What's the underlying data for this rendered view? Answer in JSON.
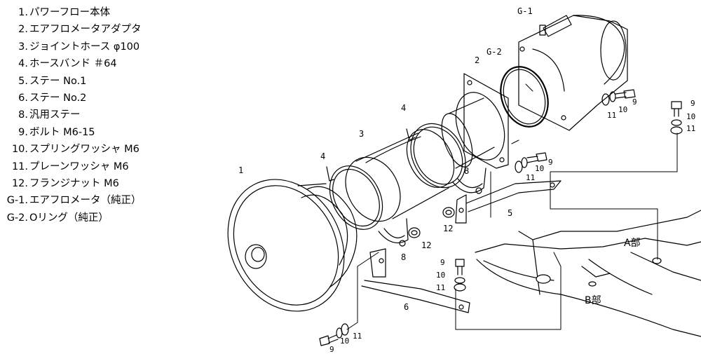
{
  "parts": [
    {
      "no": "1.",
      "name": "パワーフロー本体"
    },
    {
      "no": "2.",
      "name": "エアフロメータアダプタ"
    },
    {
      "no": "3.",
      "name": "ジョイントホース φ100"
    },
    {
      "no": "4.",
      "name": "ホースバンド ＃64"
    },
    {
      "no": "5.",
      "name": "ステー No.1"
    },
    {
      "no": "6.",
      "name": "ステー No.2"
    },
    {
      "no": "8.",
      "name": "汎用ステー"
    },
    {
      "no": "9.",
      "name": "ボルト M6-15"
    },
    {
      "no": "10.",
      "name": "スプリングワッシャ M6"
    },
    {
      "no": "11.",
      "name": "プレーンワッシャ M6"
    },
    {
      "no": "12.",
      "name": "フランジナット M6"
    },
    {
      "no": "G-1.",
      "name": "エアフロメータ（純正）"
    },
    {
      "no": "G-2.",
      "name": "Oリング（純正）"
    }
  ],
  "callouts": {
    "g1": "G-1",
    "g2": "G-2",
    "p1": "1",
    "p2": "2",
    "p3": "3",
    "p4a": "4",
    "p4b": "4",
    "p5": "5",
    "p6": "6",
    "p8a": "8",
    "p8b": "8",
    "p12a": "12",
    "p12b": "12",
    "grpA": [
      "11",
      "10",
      "9"
    ],
    "grpB": [
      "9",
      "10",
      "11"
    ],
    "grpC": [
      "10",
      "9",
      "11"
    ],
    "grpD": [
      "9",
      "10",
      "11"
    ],
    "grpE": [
      "9",
      "10",
      "11"
    ]
  },
  "zones": {
    "a": "A部",
    "b": "B部"
  }
}
